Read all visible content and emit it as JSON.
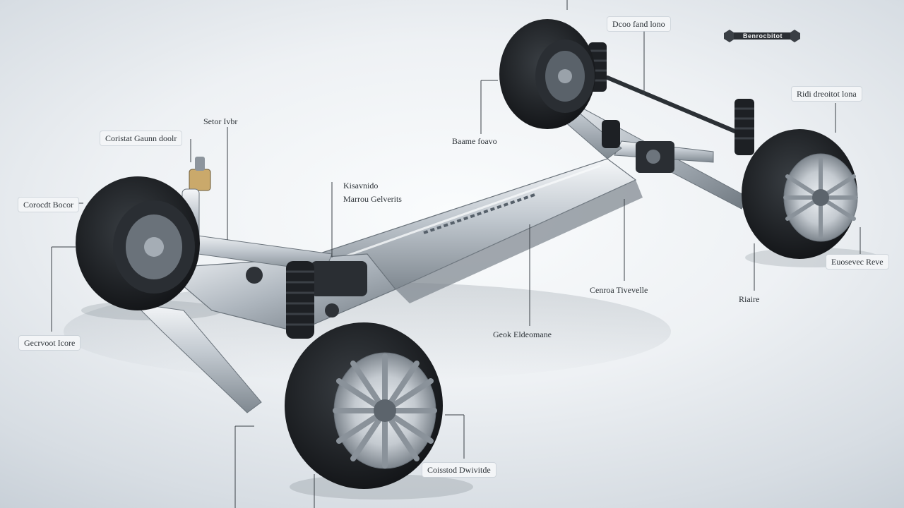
{
  "labels": {
    "top_center": "Dcoo fand lono",
    "top_right": "Ridi dreoitot lona",
    "rear_upper_left": "Baame foavo",
    "left_upper": "Coristat Gaunn doolr",
    "left_upper_2": "Setor Ivbr",
    "left_mid": "Corocdt Bocor",
    "center_stack_1": "Kisavnido",
    "center_stack_2": "Marrou Gelverits",
    "right_mid": "Euosevec Reve",
    "right_lower": "Riaire",
    "center_lower": "Cenroa Tivevelle",
    "center_bottom": "Geok Eldeomane",
    "left_lower": "Gecrvoot Icore",
    "bottom_center": "Coisstod Dwivitde"
  },
  "logo": {
    "text": "Benrocbitot",
    "icon": "wrench-badge-icon"
  },
  "colors": {
    "background": "#eef1f4",
    "frame": "#c9d0d6",
    "tire": "#1f2226",
    "rim": "#c6ccd2",
    "leader_line": "#3a4046"
  }
}
